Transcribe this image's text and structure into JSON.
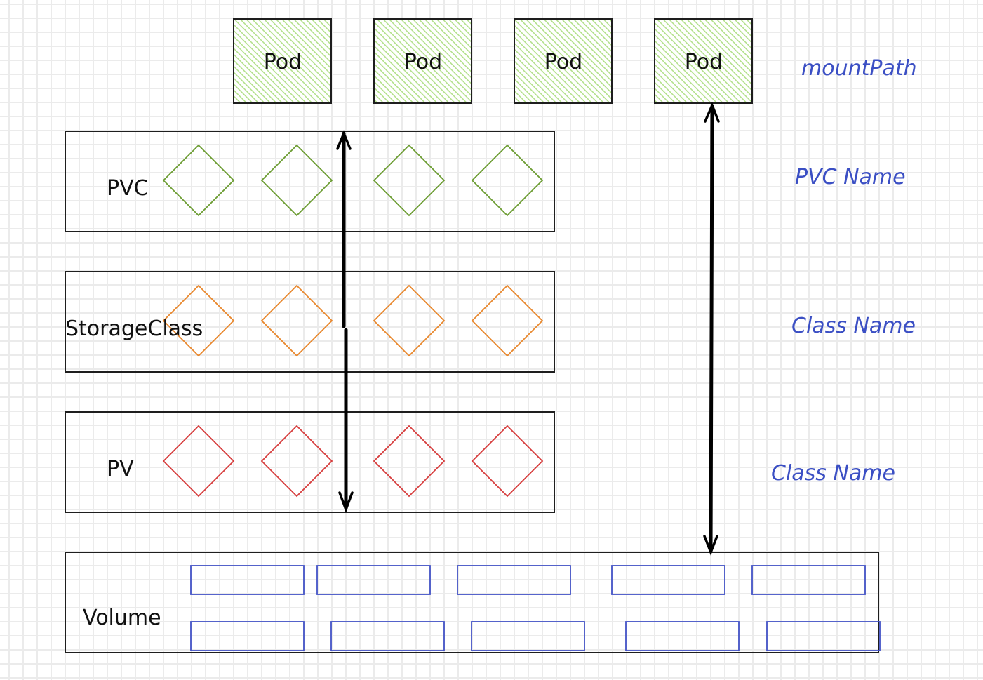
{
  "diagram": {
    "title": "Kubernetes storage layers",
    "colors": {
      "pod_fill": "#b2e08a",
      "pod_border": "#1e1e1e",
      "pvc_diamond": "#6a9b2f",
      "storageclass_diamond": "#e8862a",
      "pv_diamond": "#d63b3b",
      "volume_block": "#4453c7",
      "annotation_text": "#3b4fc4",
      "layer_border": "#1e1e1e",
      "arrow": "#000000"
    },
    "pods": [
      {
        "label": "Pod"
      },
      {
        "label": "Pod"
      },
      {
        "label": "Pod"
      },
      {
        "label": "Pod"
      }
    ],
    "layers": [
      {
        "id": "pvc",
        "label": "PVC",
        "item_count": 4,
        "color_key": "pvc_diamond"
      },
      {
        "id": "storageclass",
        "label": "StorageClass",
        "item_count": 4,
        "color_key": "storageclass_diamond"
      },
      {
        "id": "pv",
        "label": "PV",
        "item_count": 4,
        "color_key": "pv_diamond"
      }
    ],
    "volume": {
      "label": "Volume",
      "rows": [
        5,
        5
      ]
    },
    "annotations": [
      {
        "text": "mountPath",
        "level": "pod"
      },
      {
        "text": "PVC Name",
        "level": "pvc"
      },
      {
        "text": "Class Name",
        "level": "storageclass"
      },
      {
        "text": "Class Name",
        "level": "pv"
      }
    ],
    "arrows": [
      {
        "from": "pvc",
        "to": "pv",
        "bidirectional": true
      },
      {
        "from": "pod-4",
        "to": "volume",
        "bidirectional": true
      }
    ]
  }
}
